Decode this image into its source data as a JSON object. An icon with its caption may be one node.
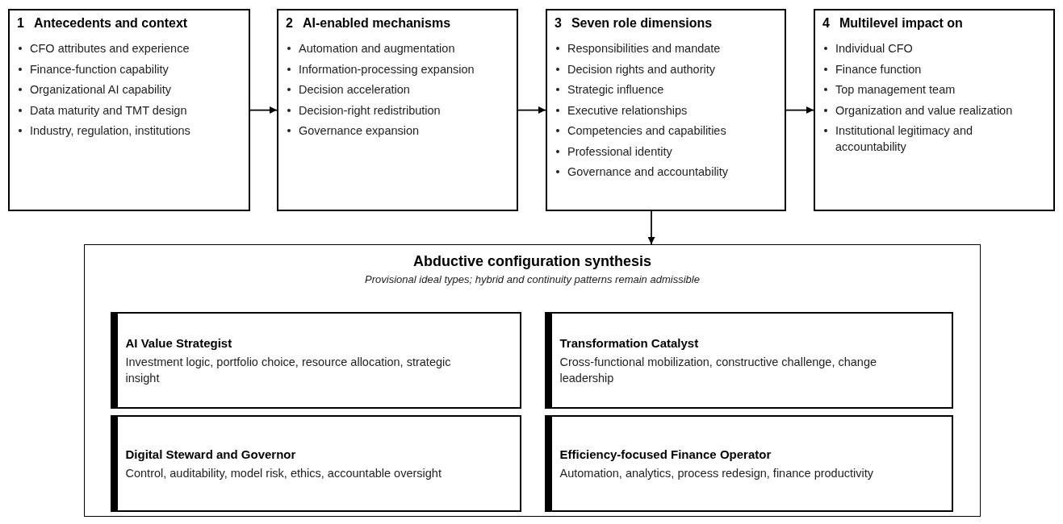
{
  "diagram": {
    "nodes": [
      {
        "text": [
          "1",
          "Antecedents and context",
          "CFO attributes and experience",
          "Finance-function capability",
          "Organizational AI capability",
          "Data maturity and TMT design",
          "Industry, regulation, institutions"
        ]
      },
      {
        "text": [
          "2",
          "AI-enabled mechanisms",
          "Automation and augmentation",
          "Information-processing expansion",
          "Decision acceleration",
          "Decision-right redistribution",
          "Governance expansion"
        ]
      },
      {
        "text": [
          "3",
          "Seven role dimensions",
          "Responsibilities and mandate",
          "Decision rights and authority",
          "Strategic influence",
          "Executive relationships",
          "Competencies and capabilities",
          "Professional identity",
          "Governance and accountability"
        ]
      },
      {
        "text": [
          "4",
          "Multilevel impact on",
          "Individual CFO",
          "Finance function",
          "Top management team",
          "Organization and value realization",
          "Institutional legitimacy and accountability"
        ]
      },
      {
        "text": [
          "Abductive configuration synthesis",
          "Provisional ideal types; hybrid and continuity patterns remain admissible"
        ]
      },
      {
        "text": [
          "AI Value Strategist",
          "Investment logic, portfolio choice, resource allocation, strategic insight"
        ],
        "in": 4
      },
      {
        "text": [
          "Transformation Catalyst",
          "Cross-functional mobilization, constructive challenge, change leadership"
        ],
        "in": 4
      },
      {
        "text": [
          "Digital Steward and Governor",
          "Control, auditability, model risk, ethics, accountable oversight"
        ],
        "in": 4
      },
      {
        "text": [
          "Efficiency-focused Finance Operator",
          "Automation, analytics, process redesign, finance productivity"
        ],
        "in": 4
      }
    ],
    "edges": [
      {
        "from": 0,
        "to": 1,
        "arrow": "to"
      },
      {
        "from": 1,
        "to": 2,
        "arrow": "to"
      },
      {
        "from": 2,
        "to": 3,
        "arrow": "to"
      },
      {
        "from": 2,
        "to": 4,
        "arrow": "to"
      }
    ]
  }
}
